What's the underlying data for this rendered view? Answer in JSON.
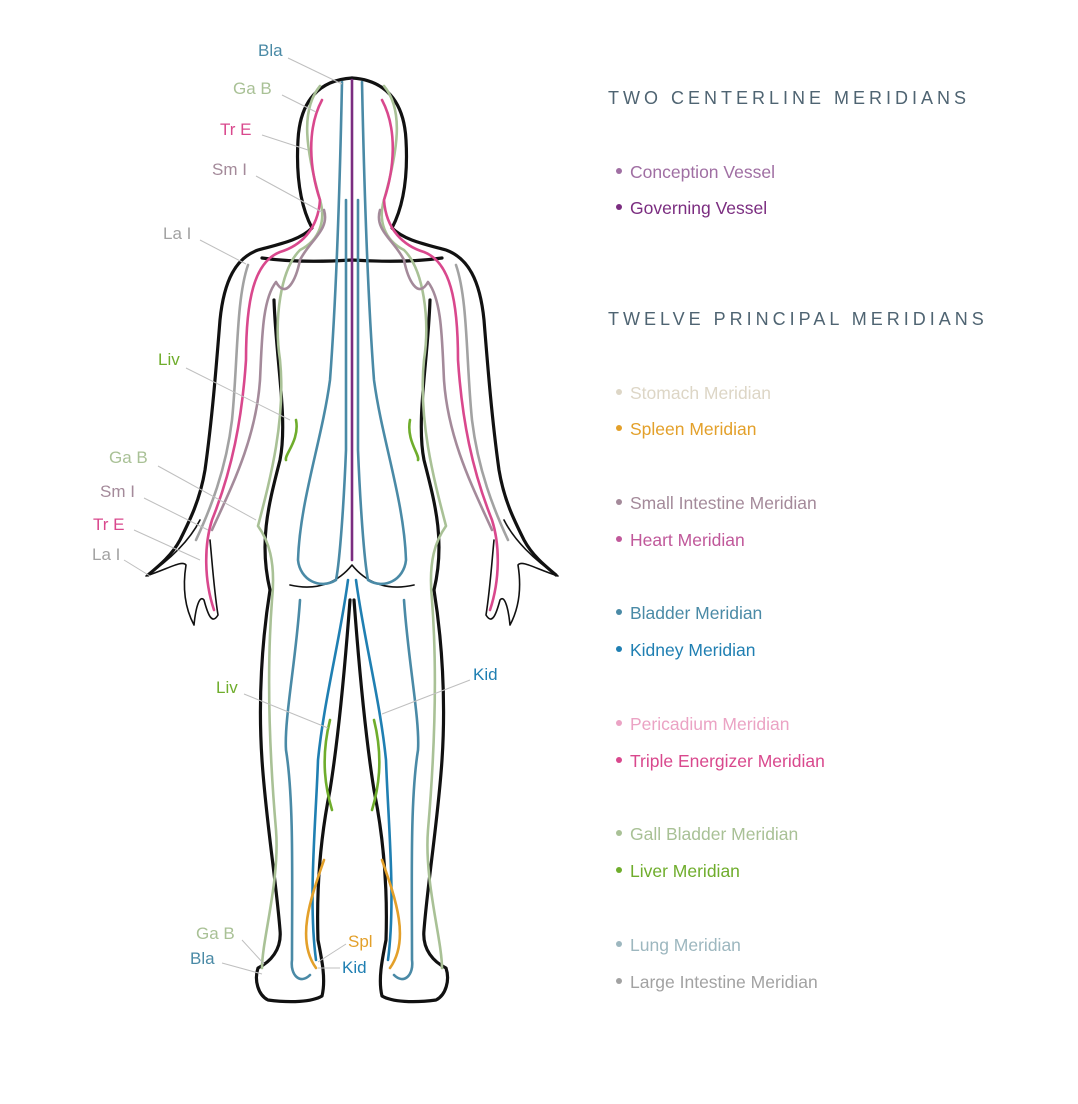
{
  "colors": {
    "bladder": "#4a8aa6",
    "gall_bladder": "#a9c196",
    "triple_energizer": "#d9488d",
    "small_intestine": "#a48a9a",
    "large_intestine": "#a2a2a2",
    "liver": "#6fad2c",
    "kidney": "#1f7fb2",
    "spleen": "#e3a02a",
    "governing": "#7b2d80",
    "conception": "#a06fa3",
    "stomach": "#ddd6c6",
    "heart": "#c0589a",
    "pericardium": "#eba3c4",
    "lung": "#9db7bf"
  },
  "callouts": [
    {
      "id": "bla-top",
      "text": "Bla",
      "color": "#4a8aa6"
    },
    {
      "id": "gab-top",
      "text": "Ga B",
      "color": "#a9c196"
    },
    {
      "id": "tre-top",
      "text": "Tr E",
      "color": "#d9488d"
    },
    {
      "id": "smi-top",
      "text": "Sm I",
      "color": "#a48a9a"
    },
    {
      "id": "lai-top",
      "text": "La I",
      "color": "#a2a2a2"
    },
    {
      "id": "liv-waist",
      "text": "Liv",
      "color": "#6fad2c"
    },
    {
      "id": "gab-hip",
      "text": "Ga B",
      "color": "#a9c196"
    },
    {
      "id": "smi-hand",
      "text": "Sm I",
      "color": "#a48a9a"
    },
    {
      "id": "tre-hand",
      "text": "Tr E",
      "color": "#d9488d"
    },
    {
      "id": "lai-hand",
      "text": "La I",
      "color": "#a2a2a2"
    },
    {
      "id": "liv-knee",
      "text": "Liv",
      "color": "#6fad2c"
    },
    {
      "id": "kid-knee",
      "text": "Kid",
      "color": "#1f7fb2"
    },
    {
      "id": "gab-foot",
      "text": "Ga B",
      "color": "#a9c196"
    },
    {
      "id": "bla-foot",
      "text": "Bla",
      "color": "#4a8aa6"
    },
    {
      "id": "spl-foot",
      "text": "Spl",
      "color": "#e3a02a"
    },
    {
      "id": "kid-foot",
      "text": "Kid",
      "color": "#1f7fb2"
    }
  ],
  "legend": {
    "centerline_title": "TWO CENTERLINE MERIDIANS",
    "centerline_items": [
      {
        "label": "Conception Vessel",
        "color": "#a06fa3"
      },
      {
        "label": "Governing Vessel",
        "color": "#7b2d80"
      }
    ],
    "principal_title": "TWELVE PRINCIPAL MERIDIANS",
    "principal_items": [
      {
        "label": "Stomach Meridian",
        "color": "#ddd6c6"
      },
      {
        "label": "Spleen Meridian",
        "color": "#e3a02a"
      },
      {
        "label": "Small Intestine Meridian",
        "color": "#a48a9a"
      },
      {
        "label": "Heart Meridian",
        "color": "#c0589a"
      },
      {
        "label": "Bladder Meridian",
        "color": "#4a8aa6"
      },
      {
        "label": "Kidney Meridian",
        "color": "#1f7fb2"
      },
      {
        "label": "Pericadium Meridian",
        "color": "#eba3c4"
      },
      {
        "label": "Triple Energizer Meridian",
        "color": "#d9488d"
      },
      {
        "label": "Gall Bladder Meridian",
        "color": "#a9c196"
      },
      {
        "label": "Liver Meridian",
        "color": "#6fad2c"
      },
      {
        "label": "Lung Meridian",
        "color": "#9db7bf"
      },
      {
        "label": "Large Intestine Meridian",
        "color": "#a2a2a2"
      }
    ]
  }
}
